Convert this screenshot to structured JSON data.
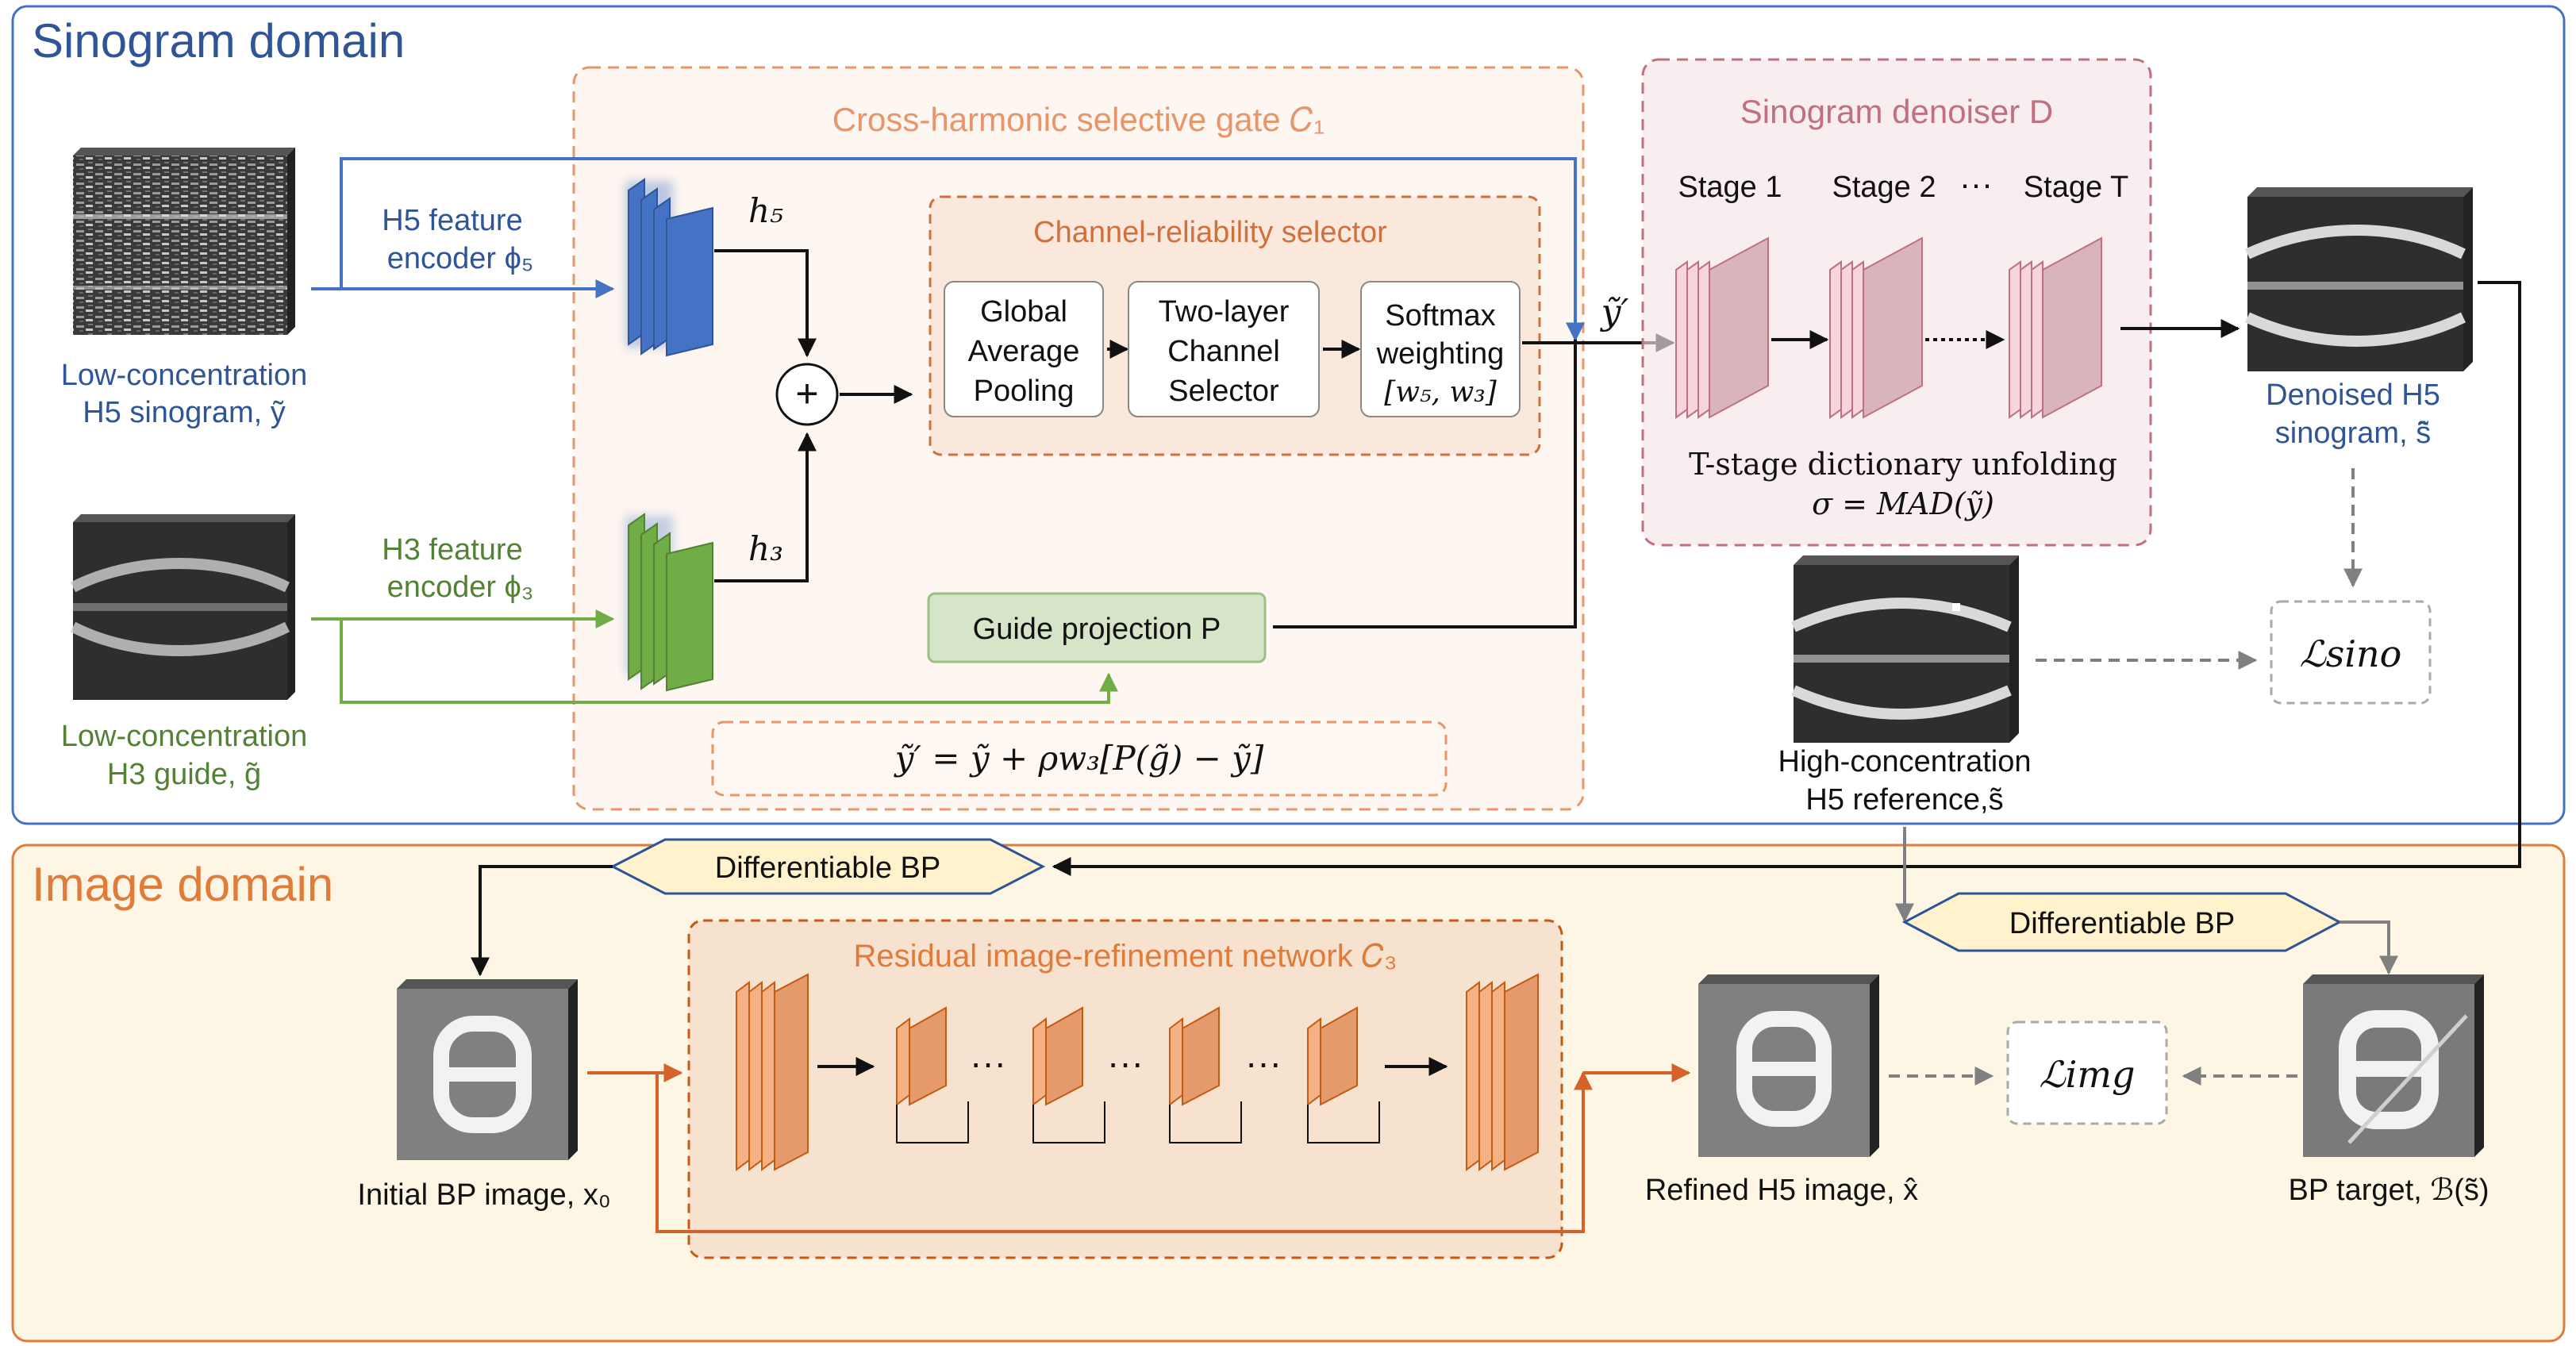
{
  "sinogram_domain": {
    "title": "Sinogram domain",
    "low_h5": {
      "line1": "Low-concentration",
      "line2": "H5 sinogram, ỹ"
    },
    "low_h3": {
      "line1": "Low-concentration",
      "line2": "H3 guide, g̃"
    },
    "h5_encoder": {
      "line1": "H5 feature",
      "line2": "encoder ϕ₅"
    },
    "h3_encoder": {
      "line1": "H3 feature",
      "line2": "encoder ϕ₃"
    }
  },
  "gate": {
    "title": "Cross-harmonic selective gate 𝐶₁",
    "h5": "h₅",
    "h3": "h₃",
    "plus": "+",
    "selector": {
      "title": "Channel-reliability selector",
      "gap": {
        "line1": "Global",
        "line2": "Average",
        "line3": "Pooling"
      },
      "tlcs": {
        "line1": "Two-layer",
        "line2": "Channel",
        "line3": "Selector"
      },
      "softmax": {
        "line1": "Softmax",
        "line2": "weighting",
        "line3": "[w₅, w₃]"
      }
    },
    "guide_projection": "Guide projection P",
    "equation": "ỹ′ = ỹ + ρw₃[P(g̃) − ỹ]",
    "y_prime": "ỹ′"
  },
  "denoiser": {
    "title": "Sinogram denoiser D",
    "stage1": "Stage 1",
    "stage2": "Stage 2",
    "dots": "···",
    "stageT": "Stage T",
    "unfold": "T-stage dictionary unfolding",
    "sigma": "σ = MAD(ỹ)",
    "denoised": {
      "line1": "Denoised H5",
      "line2": "sinogram, ŝ̃"
    },
    "high": {
      "line1": "High-concentration",
      "line2": "H5 reference,s̃"
    },
    "loss_sino": "ℒsino"
  },
  "image_domain": {
    "title": "Image domain",
    "bp1": "Differentiable BP",
    "bp2": "Differentiable BP",
    "initial": "Initial BP image, x₀",
    "refine_title": "Residual image-refinement network 𝐶₃",
    "refined": "Refined H5 image, x̂",
    "bp_target": "BP target, ℬ(s̃)",
    "loss_img": "ℒimg",
    "dots": "···"
  },
  "colors": {
    "blue": "#4472c4",
    "orange": "#e07b39",
    "green": "#70ad47",
    "denoiser": "#c0707e",
    "dark_orange": "#c55a11",
    "bp_fill": "#fff2cc"
  }
}
